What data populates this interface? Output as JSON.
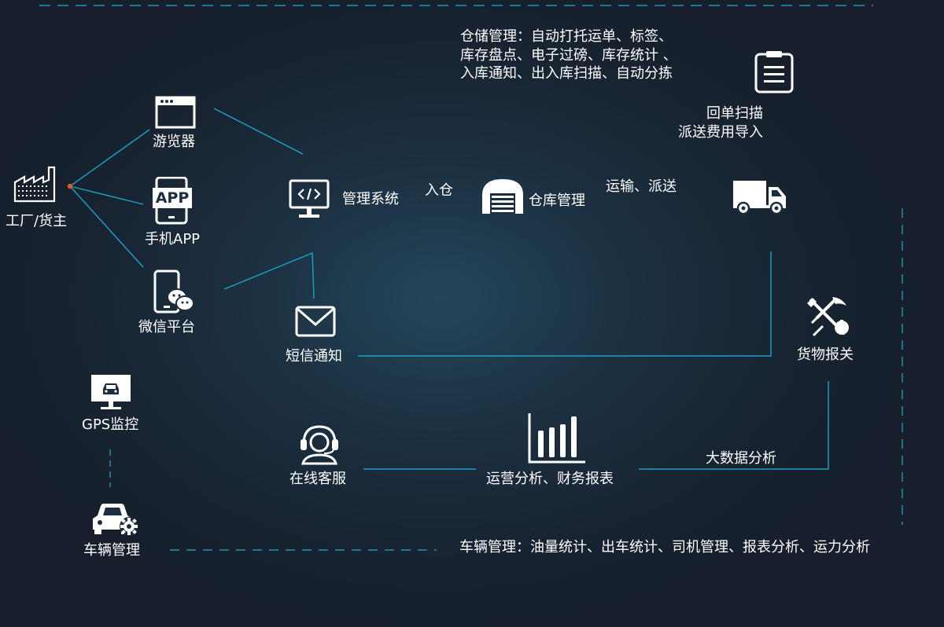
{
  "nodes": {
    "factory": "工厂/货主",
    "browser": "游览器",
    "mobile_app": "手机APP",
    "app_badge": "APP",
    "wechat": "微信平台",
    "gps": "GPS监控",
    "vehicle_mgmt": "车辆管理",
    "mgmt_system": "管理系统",
    "sms": "短信通知",
    "service": "在线客服",
    "warehouse": "仓库管理",
    "ops": "运营分析、财务报表",
    "customs": "货物报关"
  },
  "edges": {
    "inbound": "入仓",
    "transport": "运输、派送",
    "big_data": "大数据分析"
  },
  "notes": {
    "storage_line1": "仓储管理：自动打托运单、标签、",
    "storage_line2": "库存盘点、电子过磅、库存统计 、",
    "storage_line3": "入库通知、出入库扫描、自动分拣",
    "receipt_line1": "回单扫描",
    "receipt_line2": "派送费用导入",
    "vehicle": "车辆管理：油量统计、出车统计、司机管理、报表分析、运力分析"
  },
  "colors": {
    "line": "#1aa3c4",
    "dash": "#1e96b8",
    "dot": "#e05a2b",
    "text": "#ffffff"
  }
}
